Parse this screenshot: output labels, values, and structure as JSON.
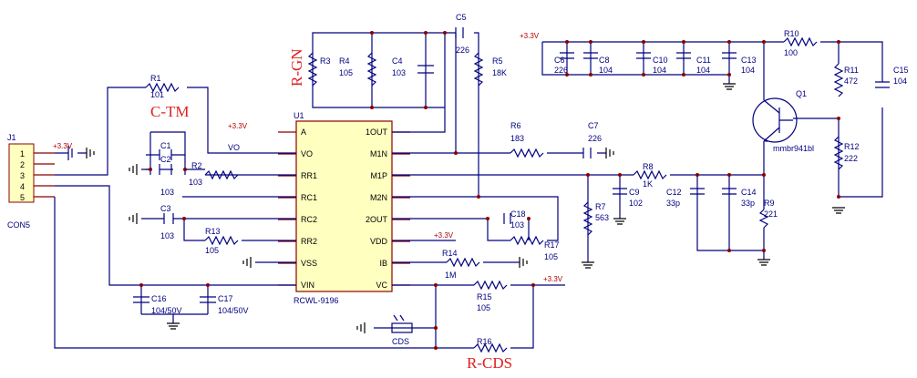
{
  "ic": {
    "ref": "U1",
    "part": "RCWL-9196",
    "left_pins": [
      "A",
      "VO",
      "RR1",
      "RC1",
      "RC2",
      "RR2",
      "VSS",
      "VIN"
    ],
    "right_pins": [
      "1OUT",
      "M1N",
      "M1P",
      "M2N",
      "2OUT",
      "VDD",
      "IB",
      "VC"
    ]
  },
  "connector": {
    "ref": "J1",
    "part": "CON5",
    "pins": [
      "1",
      "2",
      "3",
      "4",
      "5"
    ]
  },
  "transistor": {
    "ref": "Q1",
    "part": "mmbr941bl"
  },
  "resistors": [
    {
      "ref": "R1",
      "value": "101"
    },
    {
      "ref": "R2",
      "value": "103"
    },
    {
      "ref": "R3",
      "value": ""
    },
    {
      "ref": "R4",
      "value": "105"
    },
    {
      "ref": "R5",
      "value": "18K"
    },
    {
      "ref": "R6",
      "value": "183"
    },
    {
      "ref": "R7",
      "value": "563"
    },
    {
      "ref": "R8",
      "value": "1K"
    },
    {
      "ref": "R9",
      "value": "221"
    },
    {
      "ref": "R10",
      "value": "100"
    },
    {
      "ref": "R11",
      "value": "472"
    },
    {
      "ref": "R12",
      "value": "222"
    },
    {
      "ref": "R13",
      "value": "105"
    },
    {
      "ref": "R14",
      "value": "1M"
    },
    {
      "ref": "R15",
      "value": "105"
    },
    {
      "ref": "R16",
      "value": ""
    },
    {
      "ref": "R17",
      "value": "105"
    }
  ],
  "capacitors": [
    {
      "ref": "C1",
      "value": ""
    },
    {
      "ref": "C2",
      "value": "103"
    },
    {
      "ref": "C3",
      "value": "103"
    },
    {
      "ref": "C4",
      "value": "103"
    },
    {
      "ref": "C5",
      "value": "226"
    },
    {
      "ref": "C6",
      "value": "226"
    },
    {
      "ref": "C7",
      "value": "226"
    },
    {
      "ref": "C8",
      "value": "104"
    },
    {
      "ref": "C9",
      "value": "102"
    },
    {
      "ref": "C10",
      "value": "104"
    },
    {
      "ref": "C11",
      "value": "104"
    },
    {
      "ref": "C12",
      "value": "33p"
    },
    {
      "ref": "C13",
      "value": "104"
    },
    {
      "ref": "C14",
      "value": "33p"
    },
    {
      "ref": "C15",
      "value": "104"
    },
    {
      "ref": "C16",
      "value": "104/50V"
    },
    {
      "ref": "C17",
      "value": "104/50V"
    },
    {
      "ref": "C18",
      "value": "103"
    }
  ],
  "sensor": {
    "ref": "CDS"
  },
  "net_labels": {
    "vo": "VO",
    "supply": "+3.3V"
  },
  "annotations": {
    "gain": "R-GN",
    "time": "C-TM",
    "cds": "R-CDS"
  },
  "colors": {
    "wire": "#000080",
    "pin": "#8b0000",
    "chip_fill": "#ffffc0",
    "annotation": "#e02020",
    "label": "#000080"
  }
}
